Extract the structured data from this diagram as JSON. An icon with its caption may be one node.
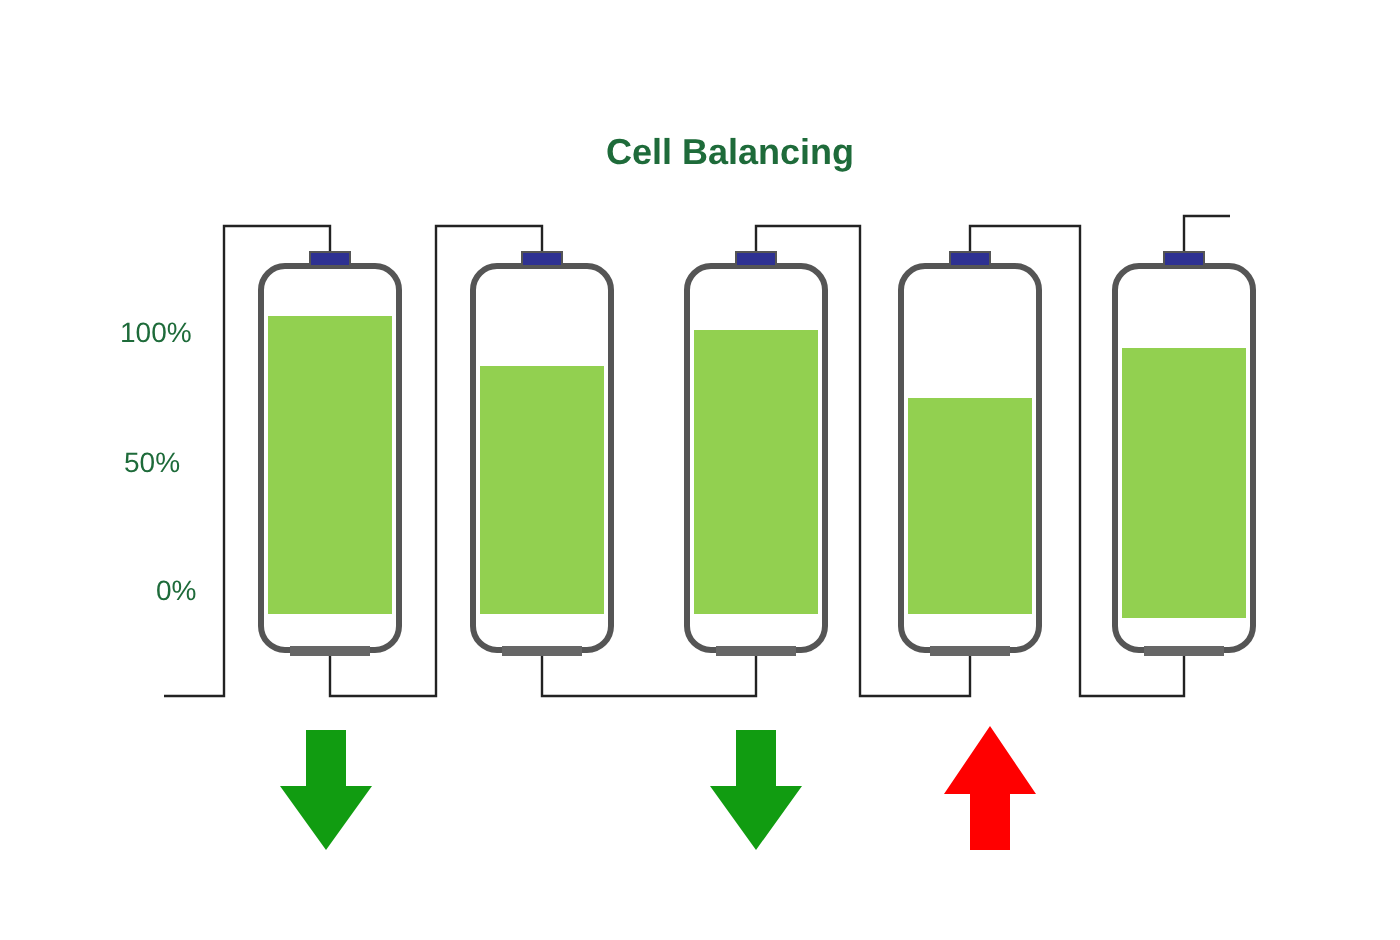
{
  "diagram": {
    "title": "Cell Balancing",
    "nodes": [
      {
        "text": [],
        "shape": "battery"
      },
      {
        "text": [],
        "shape": "battery"
      },
      {
        "text": [],
        "shape": "battery"
      },
      {
        "text": [],
        "shape": "battery"
      },
      {
        "text": [],
        "shape": "battery"
      }
    ],
    "edges": [
      {
        "from": null,
        "to": 0,
        "arrow": "none"
      },
      {
        "from": 0,
        "to": 1,
        "arrow": "none"
      },
      {
        "from": 1,
        "to": 2,
        "arrow": "none"
      },
      {
        "from": 2,
        "to": 3,
        "arrow": "none"
      },
      {
        "from": 3,
        "to": 4,
        "arrow": "none"
      },
      {
        "from": 4,
        "to": null,
        "arrow": "none"
      }
    ],
    "labels": [
      "100%",
      "50%",
      "0%"
    ]
  }
}
